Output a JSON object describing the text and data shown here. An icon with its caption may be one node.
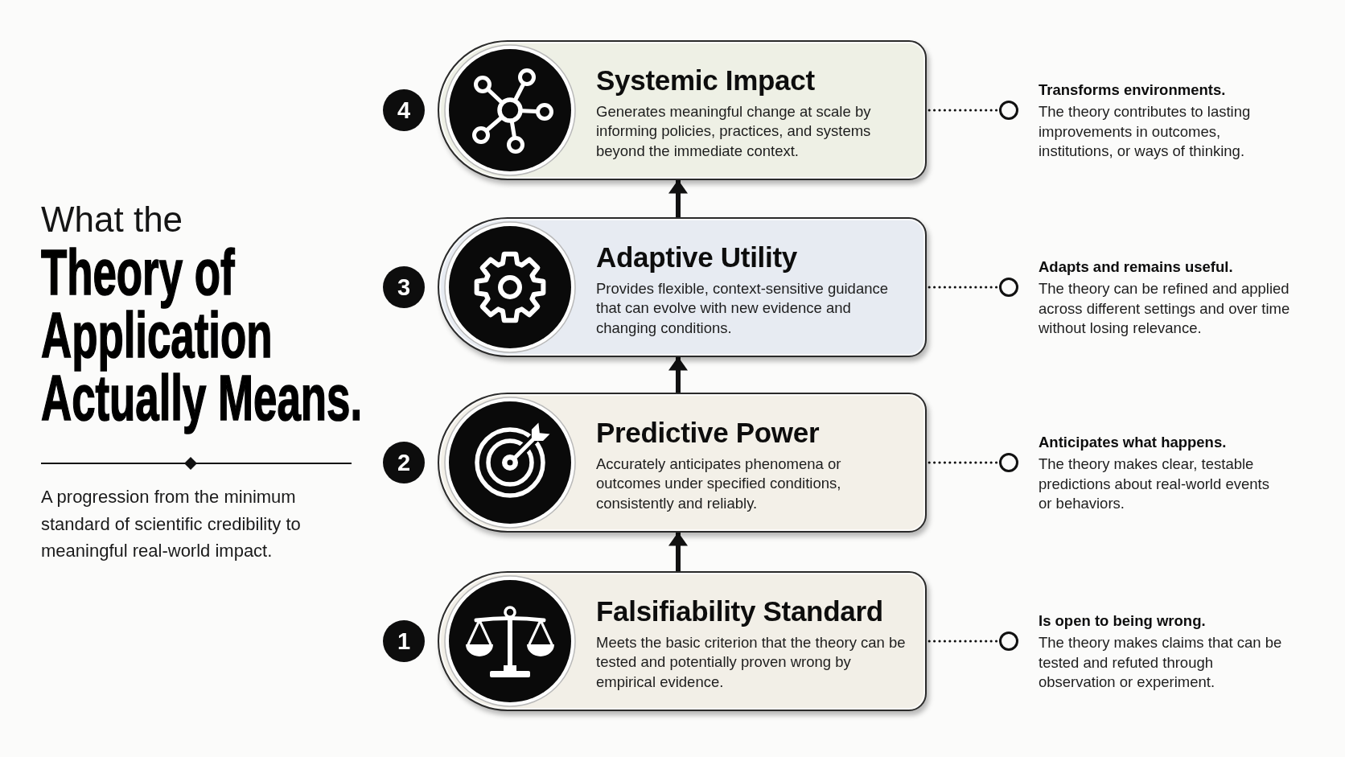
{
  "diagram": {
    "title": "What the **Theory of Application Actually Means.**",
    "nodes": [
      {
        "text": [
          "4"
        ]
      },
      {
        "text": [
          "Systemic Impact",
          "Generates meaningful change at scale by informing policies, practices, and systems beyond the immediate context."
        ]
      },
      {
        "text": [],
        "shape": "circle",
        "beside": [
          "Transforms environments.",
          "The theory contributes to lasting improvements in outcomes, institutions, or ways of thinking."
        ]
      },
      {
        "text": [
          "3"
        ]
      },
      {
        "text": [
          "Adaptive Utility",
          "Provides flexible, context-sensitive guidance that can evolve with new evidence and changing conditions."
        ]
      },
      {
        "text": [],
        "shape": "circle",
        "beside": [
          "Adapts and remains useful.",
          "The theory can be refined and applied across different settings and over time without losing relevance."
        ]
      },
      {
        "text": [
          "2"
        ]
      },
      {
        "text": [
          "Predictive Power",
          "Accurately anticipates phenomena or outcomes under specified conditions, consistently and reliably."
        ]
      },
      {
        "text": [],
        "shape": "circle",
        "beside": [
          "Anticipates what happens.",
          "The theory makes clear, testable predictions about real-world events or behaviors."
        ]
      },
      {
        "text": [
          "1"
        ]
      },
      {
        "text": [
          "Falsifiability Standard",
          "Meets the basic criterion that the theory can be tested and potentially proven wrong by empirical evidence."
        ]
      },
      {
        "text": [],
        "shape": "circle",
        "beside": [
          "Is open to being wrong.",
          "The theory makes claims that can be tested and refuted through observation or experiment."
        ]
      }
    ],
    "edges": [
      {
        "from": 10,
        "to": 7,
        "arrow": "to",
        "style": "thick"
      },
      {
        "from": 7,
        "to": 4,
        "arrow": "to",
        "style": "thick"
      },
      {
        "from": 4,
        "to": 1,
        "arrow": "to",
        "style": "thick"
      },
      {
        "from": 1,
        "to": 2,
        "arrow": "none",
        "style": "dashed"
      },
      {
        "from": 4,
        "to": 5,
        "arrow": "none",
        "style": "dashed"
      },
      {
        "from": 7,
        "to": 8,
        "arrow": "none",
        "style": "dashed"
      },
      {
        "from": 10,
        "to": 11,
        "arrow": "none",
        "style": "dashed"
      }
    ],
    "labels": [
      "A progression from the minimum standard of scientific credibility to meaningful real-world impact."
    ]
  }
}
